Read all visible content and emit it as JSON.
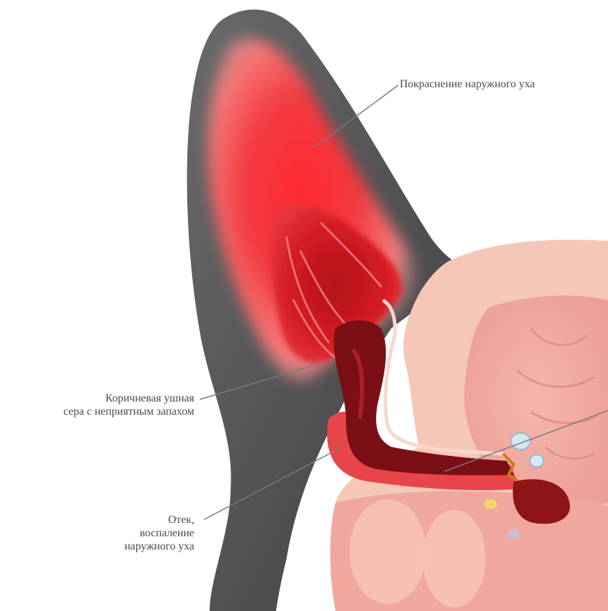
{
  "labels": {
    "redness": "Покраснение наружного уха",
    "wax_line1": "Коричневая ушная",
    "wax_line2": "сера с неприятным запахом",
    "swelling_line1": "Отек,",
    "swelling_line2": "воспаление",
    "swelling_line3": "наружного уха"
  },
  "colors": {
    "fur": "#555455",
    "inflamed_red": "#e8202a",
    "canal_dark": "#6e0c10",
    "tissue_pink": "#f2b3a8",
    "skull_peach": "#f4c7b6",
    "leader_line": "#7a7a7a"
  }
}
